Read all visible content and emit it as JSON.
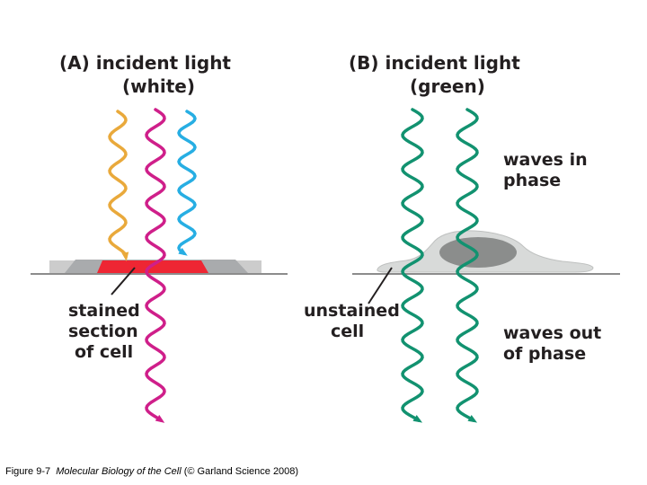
{
  "panel_a": {
    "title_line1": "(A) incident light",
    "title_line2": "(white)",
    "label_line1": "stained",
    "label_line2": "section",
    "label_line3": "of cell"
  },
  "panel_b": {
    "title_line1": "(B) incident light",
    "title_line2": "(green)",
    "label_line1": "unstained",
    "label_line2": "cell",
    "in_phase_line1": "waves in",
    "in_phase_line2": "phase",
    "out_phase_line1": "waves out",
    "out_phase_line2": "of phase"
  },
  "caption": {
    "figure": "Figure 9-7",
    "book": "Molecular Biology of the Cell",
    "credit": "(© Garland Science 2008)"
  },
  "colors": {
    "yellow": "#e9a93b",
    "magenta": "#cf1f8a",
    "cyan": "#27aee3",
    "green": "#129270",
    "stain_red": "#ee2633",
    "slide_gray": "#cccccc",
    "line_gray": "#8c8c8c",
    "cell_gray": "#d8dad9",
    "nucleus_gray": "#8b8d8c"
  }
}
